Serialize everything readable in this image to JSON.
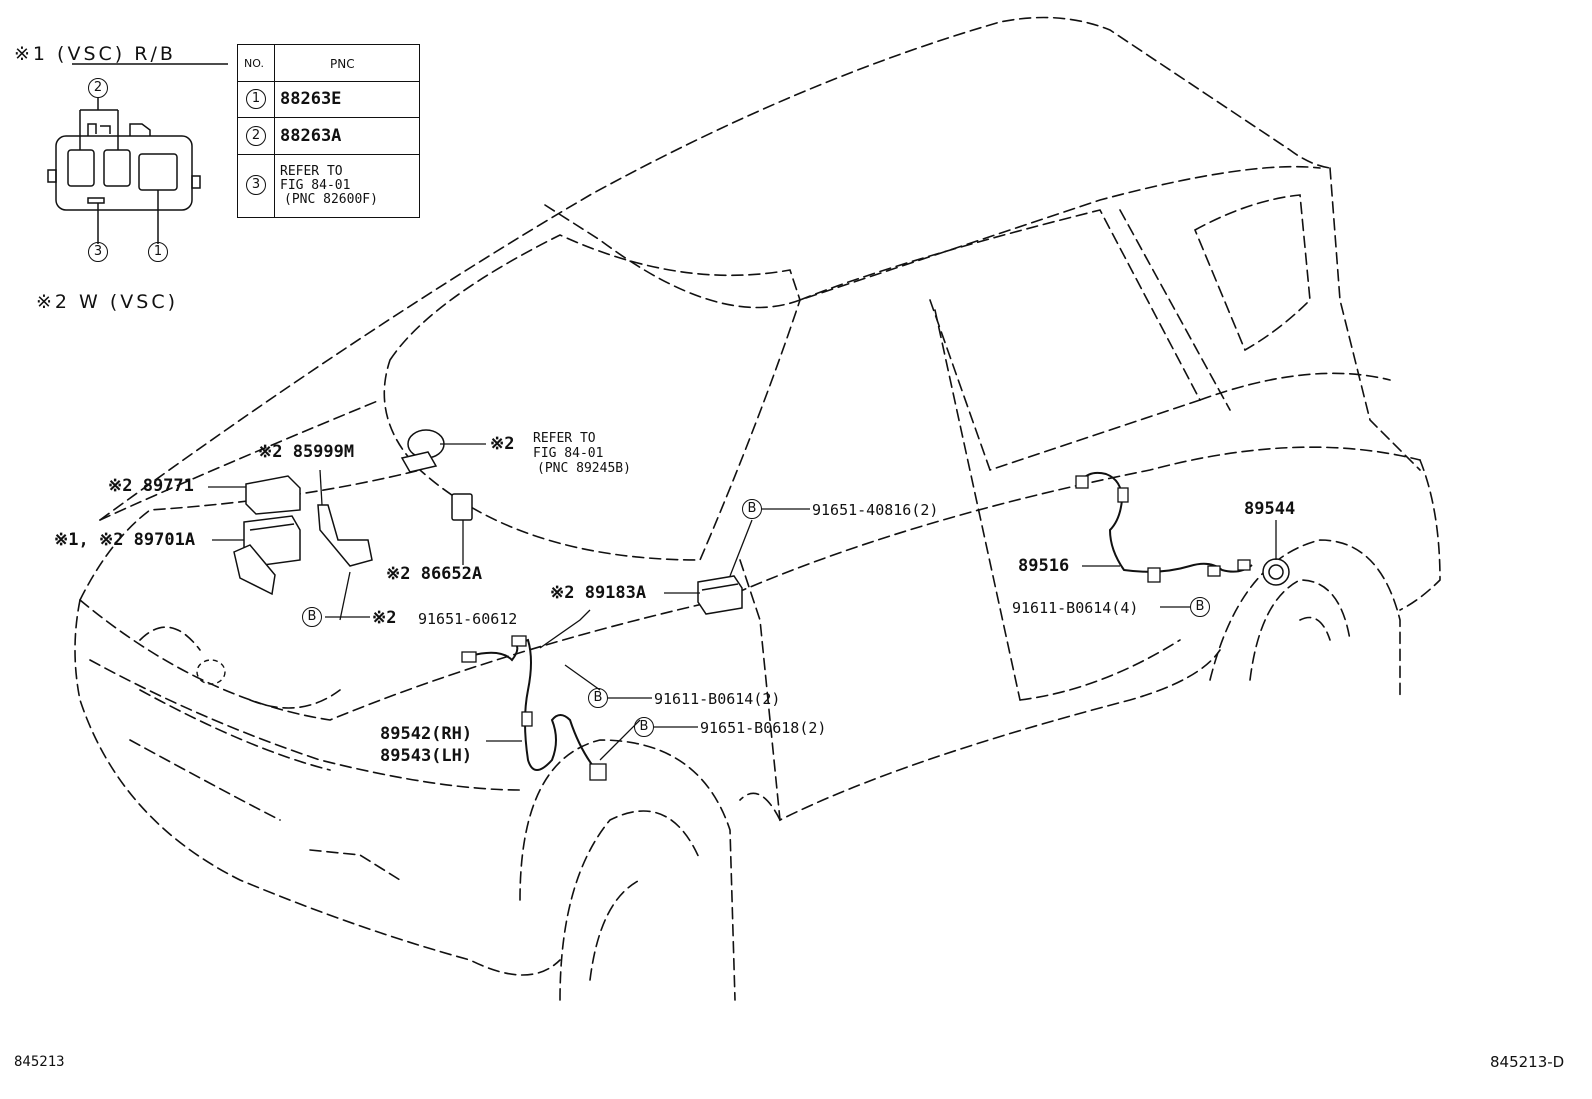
{
  "legend": {
    "note1": "※1 (VSC) R/B",
    "note2": "※2 W (VSC)",
    "callouts": [
      "2",
      "3",
      "1"
    ]
  },
  "pnc_table": {
    "col_no": "NO.",
    "col_pnc": "PNC",
    "rows": [
      {
        "no": "1",
        "pnc": "88263E"
      },
      {
        "no": "2",
        "pnc": "88263A"
      },
      {
        "no": "3",
        "line1": "REFER TO",
        "line2": "FIG 84-01",
        "line3": "(PNC 82600F)"
      }
    ]
  },
  "labels": {
    "p85999M": "※2 85999M",
    "p89771": "※2 89771",
    "p89701A": "※1, ※2 89701A",
    "p86652A": "※2 86652A",
    "b_prefix": "※2",
    "p91651_60612": "91651-60612",
    "refer_mark": "※2",
    "refer_l1": "REFER TO",
    "refer_l2": "FIG 84-01",
    "refer_l3": "(PNC 89245B)",
    "p91651_40816": "91651-40816(2)",
    "p89183A": "※2 89183A",
    "p91611_b0614_2": "91611-B0614(2)",
    "p91651_b0618": "91651-B0618(2)",
    "p89542": "89542(RH)",
    "p89543": "89543(LH)",
    "p89516": "89516",
    "p89544": "89544",
    "p91611_b0614_4": "91611-B0614(4)",
    "bolt": "B"
  },
  "footer": {
    "left": "845213",
    "right": "845213-D"
  }
}
